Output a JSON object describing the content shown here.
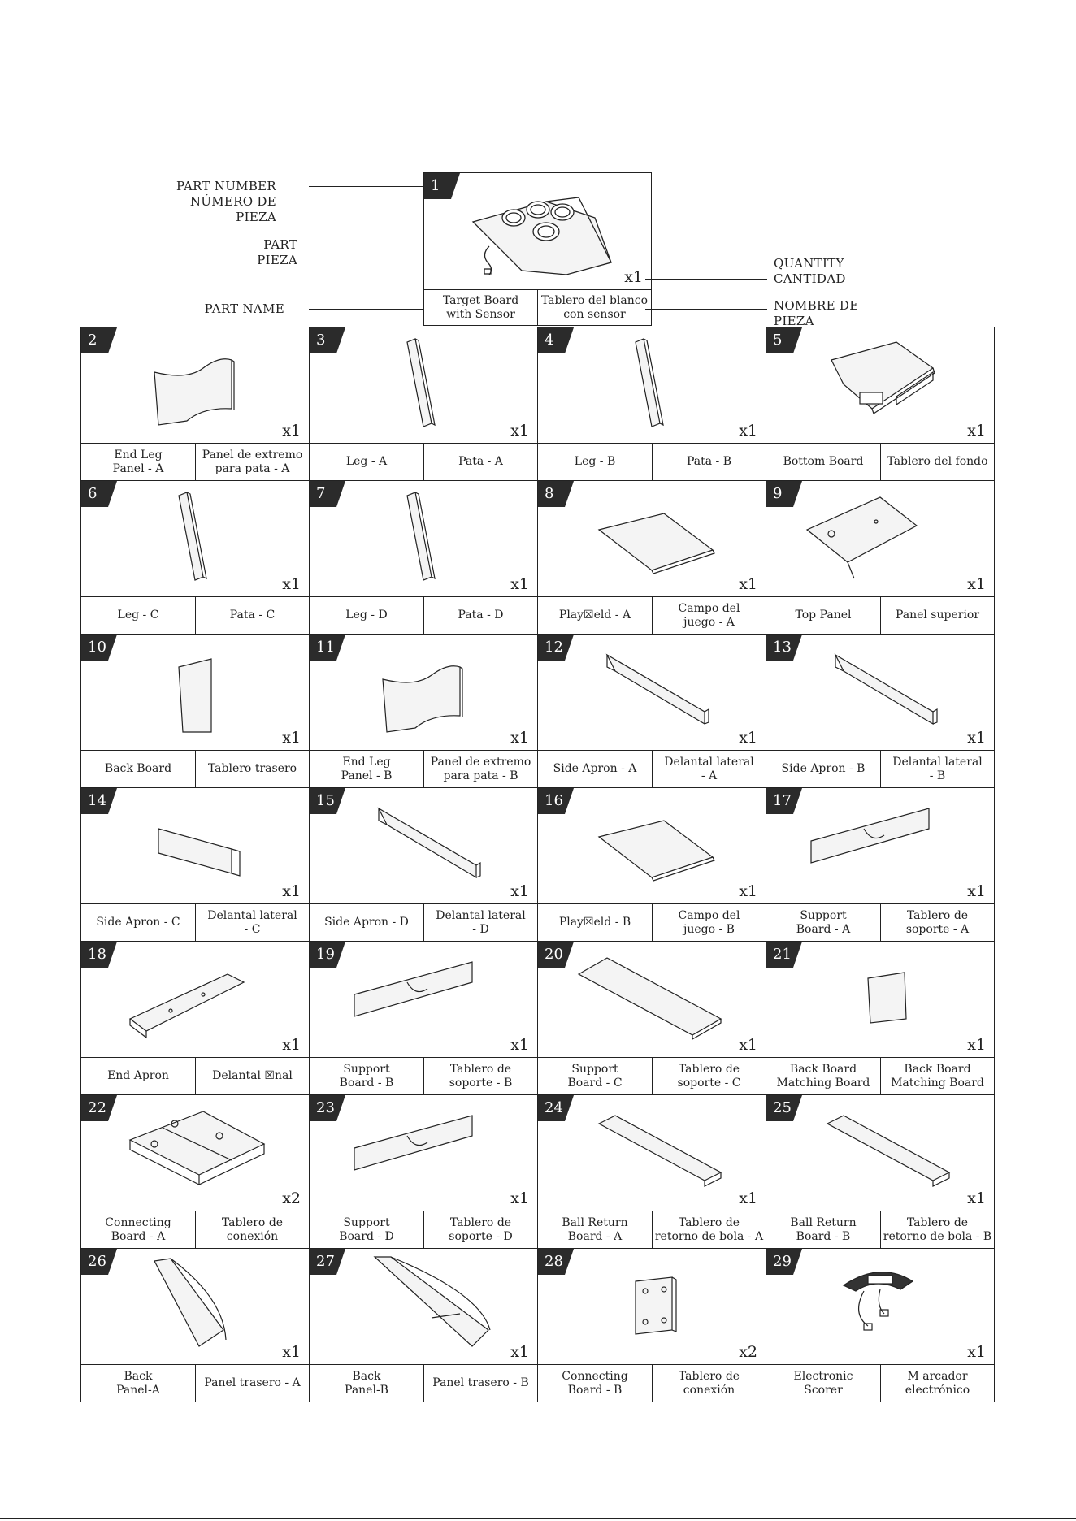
{
  "legend": {
    "part_number": "PART NUMBER\nNÚMERO DE PIEZA",
    "part": "PART\nPIEZA",
    "part_name": "PART NAME",
    "quantity": "QUANTITY\nCANTIDAD",
    "name_es": "NOMBRE DE PIEZA",
    "example": {
      "number": "1",
      "qty": "x1",
      "name_en": "Target Board\nwith Sensor",
      "name_es": "Tablero del blanco\ncon sensor",
      "icon": "target-board-icon"
    }
  },
  "parts": [
    {
      "number": "2",
      "qty": "x1",
      "name_en": "End Leg\nPanel - A",
      "name_es": "Panel de extremo\npara pata - A",
      "icon": "end-leg-panel-icon"
    },
    {
      "number": "3",
      "qty": "x1",
      "name_en": "Leg - A",
      "name_es": "Pata - A",
      "icon": "leg-icon"
    },
    {
      "number": "4",
      "qty": "x1",
      "name_en": "Leg - B",
      "name_es": "Pata - B",
      "icon": "leg-icon"
    },
    {
      "number": "5",
      "qty": "x1",
      "name_en": "Bottom Board",
      "name_es": "Tablero del fondo",
      "icon": "bottom-board-icon"
    },
    {
      "number": "6",
      "qty": "x1",
      "name_en": "Leg - C",
      "name_es": "Pata - C",
      "icon": "leg-icon"
    },
    {
      "number": "7",
      "qty": "x1",
      "name_en": "Leg - D",
      "name_es": "Pata - D",
      "icon": "leg-icon"
    },
    {
      "number": "8",
      "qty": "x1",
      "name_en": "Play☒eld - A",
      "name_es": "Campo del\njuego - A",
      "icon": "playfield-icon"
    },
    {
      "number": "9",
      "qty": "x1",
      "name_en": "Top Panel",
      "name_es": "Panel superior",
      "icon": "top-panel-icon"
    },
    {
      "number": "10",
      "qty": "x1",
      "name_en": "Back Board",
      "name_es": "Tablero trasero",
      "icon": "back-board-icon"
    },
    {
      "number": "11",
      "qty": "x1",
      "name_en": "End Leg\nPanel - B",
      "name_es": "Panel de extremo\npara pata - B",
      "icon": "end-leg-panel-icon"
    },
    {
      "number": "12",
      "qty": "x1",
      "name_en": "Side Apron - A",
      "name_es": "Delantal lateral\n- A",
      "icon": "side-apron-icon"
    },
    {
      "number": "13",
      "qty": "x1",
      "name_en": "Side Apron - B",
      "name_es": "Delantal lateral\n- B",
      "icon": "side-apron-icon"
    },
    {
      "number": "14",
      "qty": "x1",
      "name_en": "Side Apron - C",
      "name_es": "Delantal lateral\n- C",
      "icon": "short-apron-icon"
    },
    {
      "number": "15",
      "qty": "x1",
      "name_en": "Side Apron - D",
      "name_es": "Delantal lateral\n- D",
      "icon": "side-apron-icon"
    },
    {
      "number": "16",
      "qty": "x1",
      "name_en": "Play☒eld - B",
      "name_es": "Campo del\njuego - B",
      "icon": "playfield-icon"
    },
    {
      "number": "17",
      "qty": "x1",
      "name_en": "Support\nBoard - A",
      "name_es": "Tablero de\nsoporte - A",
      "icon": "support-board-icon"
    },
    {
      "number": "18",
      "qty": "x1",
      "name_en": "End Apron",
      "name_es": "Delantal ☒nal",
      "icon": "end-apron-icon"
    },
    {
      "number": "19",
      "qty": "x1",
      "name_en": "Support\nBoard - B",
      "name_es": "Tablero de\nsoporte - B",
      "icon": "support-board-icon"
    },
    {
      "number": "20",
      "qty": "x1",
      "name_en": "Support\nBoard - C",
      "name_es": "Tablero de\nsoporte - C",
      "icon": "long-board-icon"
    },
    {
      "number": "21",
      "qty": "x1",
      "name_en": "Back Board\nMatching Board",
      "name_es": "Back Board\nMatching Board",
      "icon": "small-panel-icon"
    },
    {
      "number": "22",
      "qty": "x2",
      "name_en": "Connecting\nBoard - A",
      "name_es": "Tablero de\nconexión",
      "icon": "connecting-board-icon"
    },
    {
      "number": "23",
      "qty": "x1",
      "name_en": "Support\nBoard - D",
      "name_es": "Tablero de\nsoporte - D",
      "icon": "support-board-icon"
    },
    {
      "number": "24",
      "qty": "x1",
      "name_en": "Ball Return\nBoard - A",
      "name_es": "Tablero de\nretorno de bola - A",
      "icon": "ball-return-icon"
    },
    {
      "number": "25",
      "qty": "x1",
      "name_en": "Ball Return\nBoard - B",
      "name_es": "Tablero de\nretorno de bola - B",
      "icon": "ball-return-icon"
    },
    {
      "number": "26",
      "qty": "x1",
      "name_en": "Back\nPanel-A",
      "name_es": "Panel trasero - A",
      "icon": "back-panel-icon"
    },
    {
      "number": "27",
      "qty": "x1",
      "name_en": "Back\nPanel-B",
      "name_es": "Panel trasero - B",
      "icon": "back-panel-frame-icon"
    },
    {
      "number": "28",
      "qty": "x2",
      "name_en": "Connecting\nBoard - B",
      "name_es": "Tablero de\nconexión",
      "icon": "square-block-icon"
    },
    {
      "number": "29",
      "qty": "x1",
      "name_en": "Electronic\nScorer",
      "name_es": "M arcador\nelectrónico",
      "icon": "electronic-scorer-icon"
    }
  ]
}
